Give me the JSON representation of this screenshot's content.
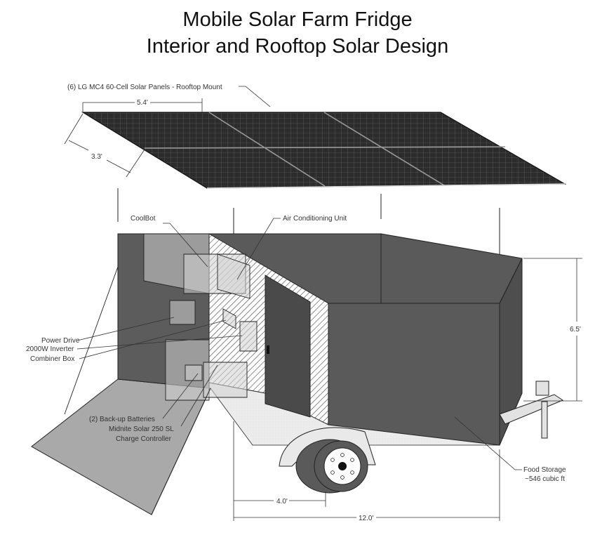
{
  "title": {
    "line1": "Mobile Solar Farm Fridge",
    "line2": "Interior and Rooftop Solar Design"
  },
  "labels": {
    "panels": "(6) LG MC4 60-Cell Solar Panels - Rooftop Mount",
    "coolbot": "CoolBot",
    "air_conditioning": "Air Conditioning Unit",
    "power_drive": "Power Drive",
    "inverter": "2000W Inverter",
    "combiner_box": "Combiner Box",
    "batteries": "(2) Back-up Batteries",
    "charge_controller_1": "Midnite Solar 250 SL",
    "charge_controller_2": "Charge Controller",
    "food_storage_1": "Food Storage",
    "food_storage_2": "~546 cubic ft"
  },
  "dimensions": {
    "panel_length": "5.4'",
    "panel_width": "3.3'",
    "height": "6.5'",
    "axle": "4.0'",
    "length": "12.0'"
  },
  "colors": {
    "panel": "#2a2a2a",
    "wall": "#5a5a5a",
    "floor": "#e9e9e9",
    "ramp": "#a8a8a8"
  }
}
